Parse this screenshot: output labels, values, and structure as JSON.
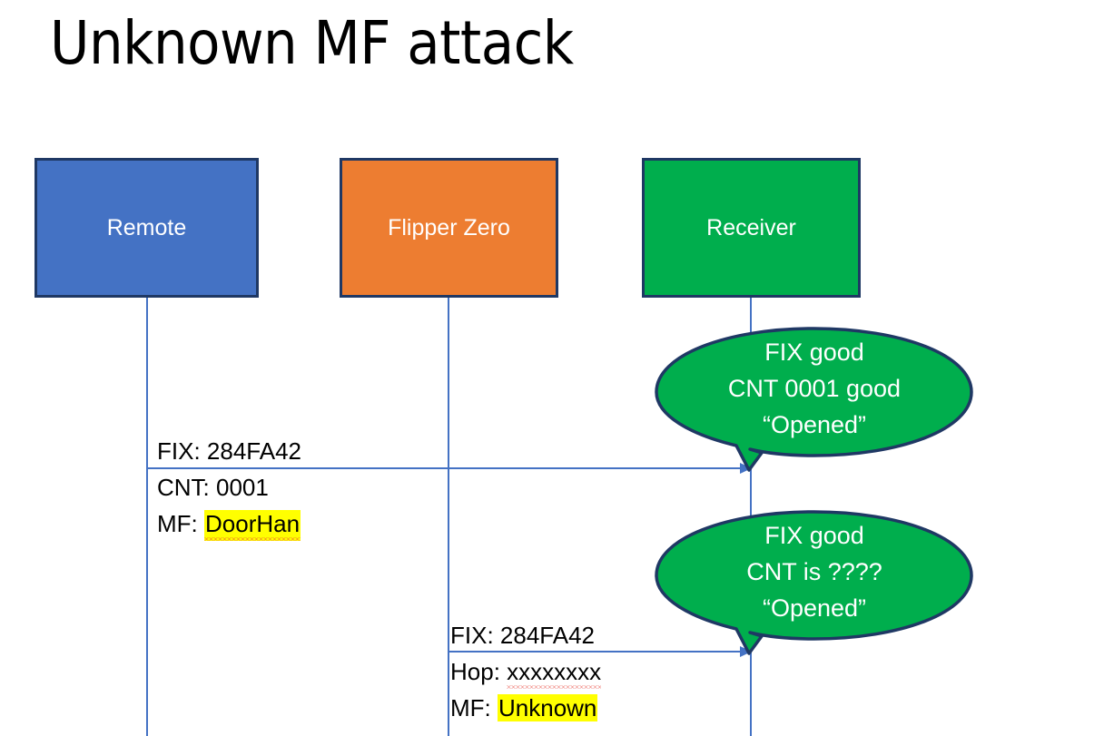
{
  "slide": {
    "title": "Unknown MF attack",
    "background": "#FFFFFF"
  },
  "colors": {
    "remote_fill": "#4472C4",
    "flipper_fill": "#ED7D31",
    "receiver_fill": "#00AE4D",
    "box_border": "#1F3864",
    "lifeline": "#4472C4",
    "callout_fill": "#00AE4D",
    "callout_border": "#1F3864",
    "highlight": "#FFFF00",
    "spellcheck_underline": "#E8443A",
    "text": "#000000",
    "box_label_text": "#FFFFFF"
  },
  "actors": [
    {
      "id": "remote",
      "label": "Remote"
    },
    {
      "id": "flipper",
      "label": "Flipper Zero"
    },
    {
      "id": "receiver",
      "label": "Receiver"
    }
  ],
  "messages": [
    {
      "id": "msg-1",
      "from": "remote",
      "to": "receiver",
      "lines": [
        {
          "prefix": "FIX: ",
          "value": "284FA42",
          "highlight": false,
          "spellcheck_error": false
        },
        {
          "prefix": "CNT: ",
          "value": "0001",
          "highlight": false,
          "spellcheck_error": false
        },
        {
          "prefix": "MF: ",
          "value": "DoorHan",
          "highlight": true,
          "spellcheck_error": true
        }
      ]
    },
    {
      "id": "msg-2",
      "from": "flipper",
      "to": "receiver",
      "lines": [
        {
          "prefix": "FIX: ",
          "value": "284FA42",
          "highlight": false,
          "spellcheck_error": false
        },
        {
          "prefix": "Hop: ",
          "value": "xxxxxxxx",
          "highlight": false,
          "spellcheck_error": true
        },
        {
          "prefix": "MF: ",
          "value": "Unknown",
          "highlight": true,
          "spellcheck_error": false
        }
      ]
    }
  ],
  "callouts": [
    {
      "id": "callout-1",
      "attached_to": "receiver",
      "lines": [
        "FIX good",
        "CNT 0001 good",
        "“Opened”"
      ]
    },
    {
      "id": "callout-2",
      "attached_to": "receiver",
      "lines": [
        "FIX good",
        "CNT is ????",
        "“Opened”"
      ]
    }
  ]
}
